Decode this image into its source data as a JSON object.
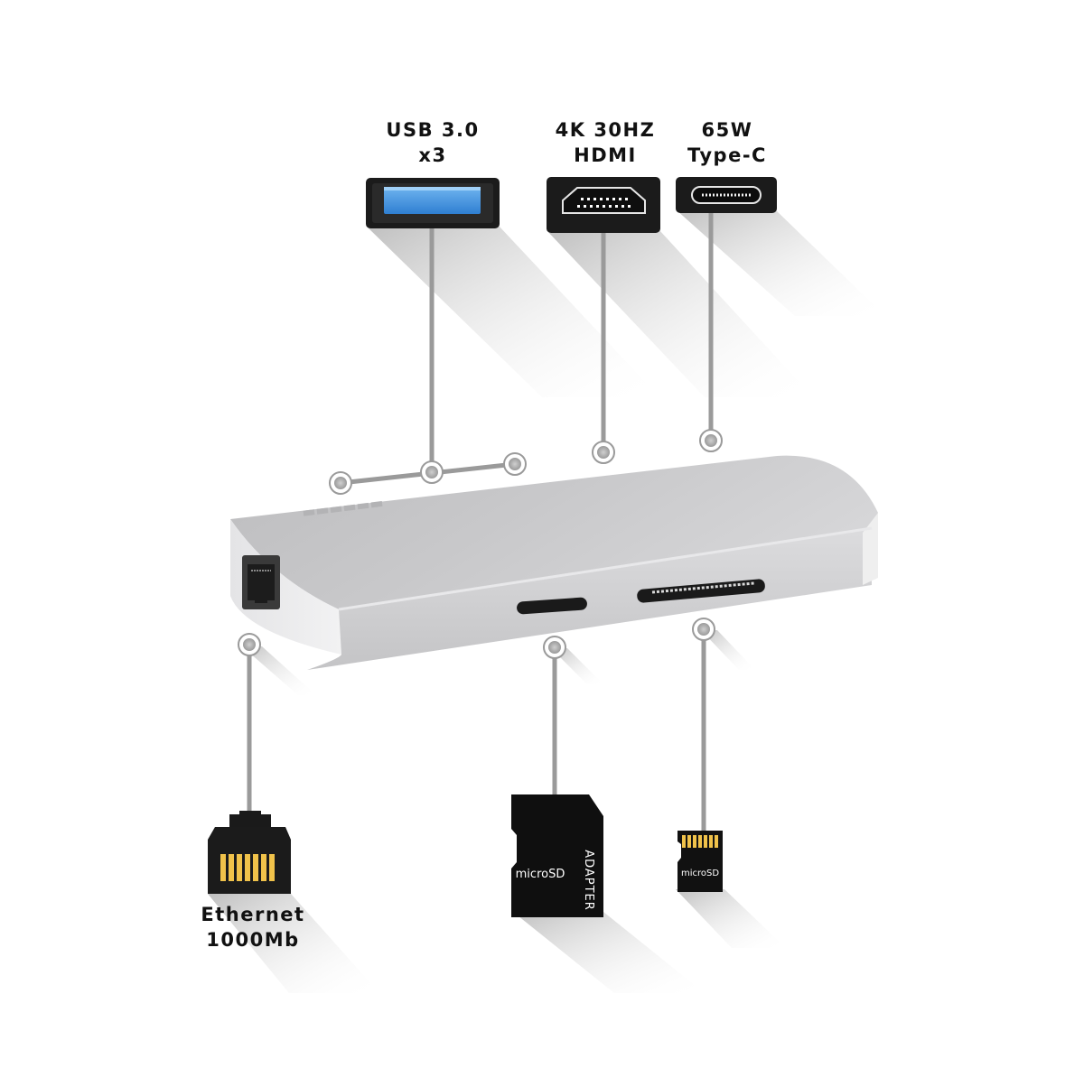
{
  "ports": {
    "usb": {
      "line1": "USB 3.0",
      "line2": "x3"
    },
    "hdmi": {
      "line1": "4K 30HZ",
      "line2": "HDMI"
    },
    "typec": {
      "line1": "65W",
      "line2": "Type-C"
    },
    "ethernet": {
      "line1": "Ethernet",
      "line2": "1000Mb"
    }
  },
  "cards": {
    "adapter_micro": "microSD",
    "adapter_word": "ADAPTER",
    "card_micro": "microSD"
  },
  "colors": {
    "usb_blue": "#3b8fe0",
    "hub_silver": "#c9c9cb",
    "connector_black": "#1a1a1a",
    "callout_gray": "#9a9a9a"
  }
}
